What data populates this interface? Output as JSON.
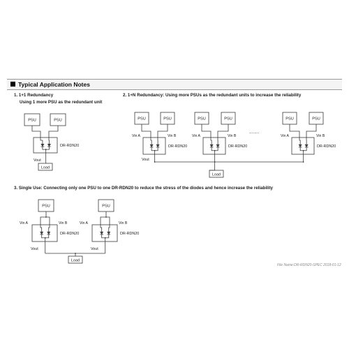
{
  "header": {
    "title": "Typical Application Notes"
  },
  "section1": {
    "heading": "1. 1+1 Redundancy",
    "subheading": "Using 1 more PSU as the redundant unit"
  },
  "section2": {
    "heading": "2. 1+N Redundancy: Using more PSUs as the redundant units to increase the reliability"
  },
  "section3": {
    "heading": "3. Single Use: Connecting only one PSU to one DR-RDN20 to reduce the stress of the diodes and hence increase the reliability"
  },
  "labels": {
    "psu": "PSU",
    "model": "DR-RDN20",
    "vin_a": "Vin A",
    "vin_b": "Vin B",
    "vout": "Vout",
    "load": "Load",
    "ellipsis": "........"
  },
  "footer": {
    "file_name": "File Name:DR-RDN20-SPEC   2018-01-12"
  }
}
